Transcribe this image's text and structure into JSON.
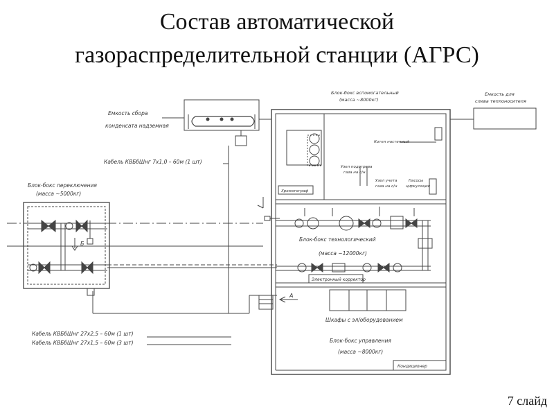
{
  "title": {
    "line1": "Состав автоматической",
    "line2": "газораспределительной станции (АГРС)"
  },
  "slide_number": "7 слайд",
  "diagram": {
    "condensate_tank": [
      "Емкость сбора",
      "конденсата надземная"
    ],
    "cable_top": "Кабель КВБбШнг 7х1,0 – 60м (1 шт)",
    "switching_block": [
      "Блок-бокс переключения",
      "(масса ~5000кг)"
    ],
    "aux_block": [
      "Блок-бокс вспомогательный",
      "(масса ~8000кг)"
    ],
    "heat_tank": [
      "Емкость для",
      "слива теплоносителя"
    ],
    "boiler": "Котел настенный",
    "heat_exchanger": [
      "Узел подогрева",
      "газа на с/н"
    ],
    "meter_unit": [
      "Узел учета",
      "газа на с/н"
    ],
    "pumps": [
      "Насосы",
      "циркуляции"
    ],
    "chromatograph": "Хроматограф",
    "tech_block": [
      "Блок-бокс технологический",
      "(масса ~12000кг)"
    ],
    "corrector": "Электронный корректор",
    "cabinets": "Шкафы с эл/оборудованием",
    "control_block": [
      "Блок-бокс управления",
      "(масса ~8000кг)"
    ],
    "conditioner": "Кондиционер",
    "label_a": "А",
    "label_b": "Б",
    "cables_bottom": [
      "Кабель КВБбШнг 27х2,5 – 60м (1 шт)",
      "Кабель КВБбШнг 27х1,5 – 60м (3 шт)"
    ]
  }
}
